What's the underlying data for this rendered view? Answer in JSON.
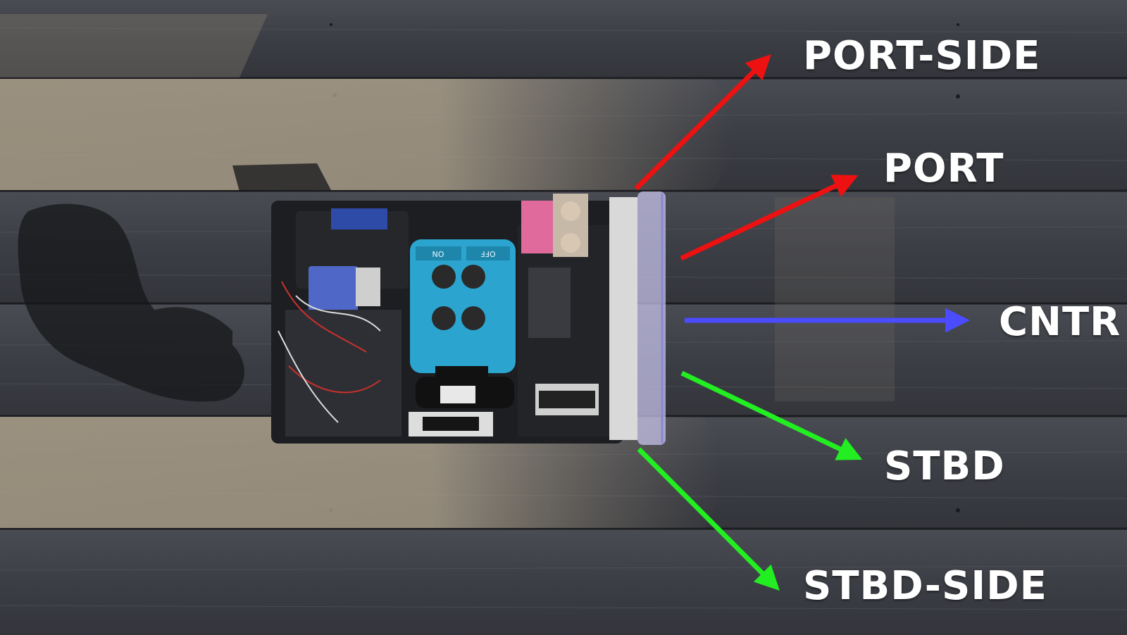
{
  "labels": {
    "port_side": "PORT-SIDE",
    "port": "PORT",
    "center": "CNTR",
    "starboard": "STBD",
    "starboard_side": "STBD-SIDE"
  },
  "colors": {
    "port_arrow": "#ee1111",
    "center_arrow": "#4b4bff",
    "starboard_arrow": "#22ee22",
    "label_text": "#ffffff",
    "deck_wood": "#3c3f46",
    "sunlit_wood": "#8e8370"
  },
  "device": {
    "power_switch_on": "ON",
    "power_switch_off": "OFF"
  }
}
